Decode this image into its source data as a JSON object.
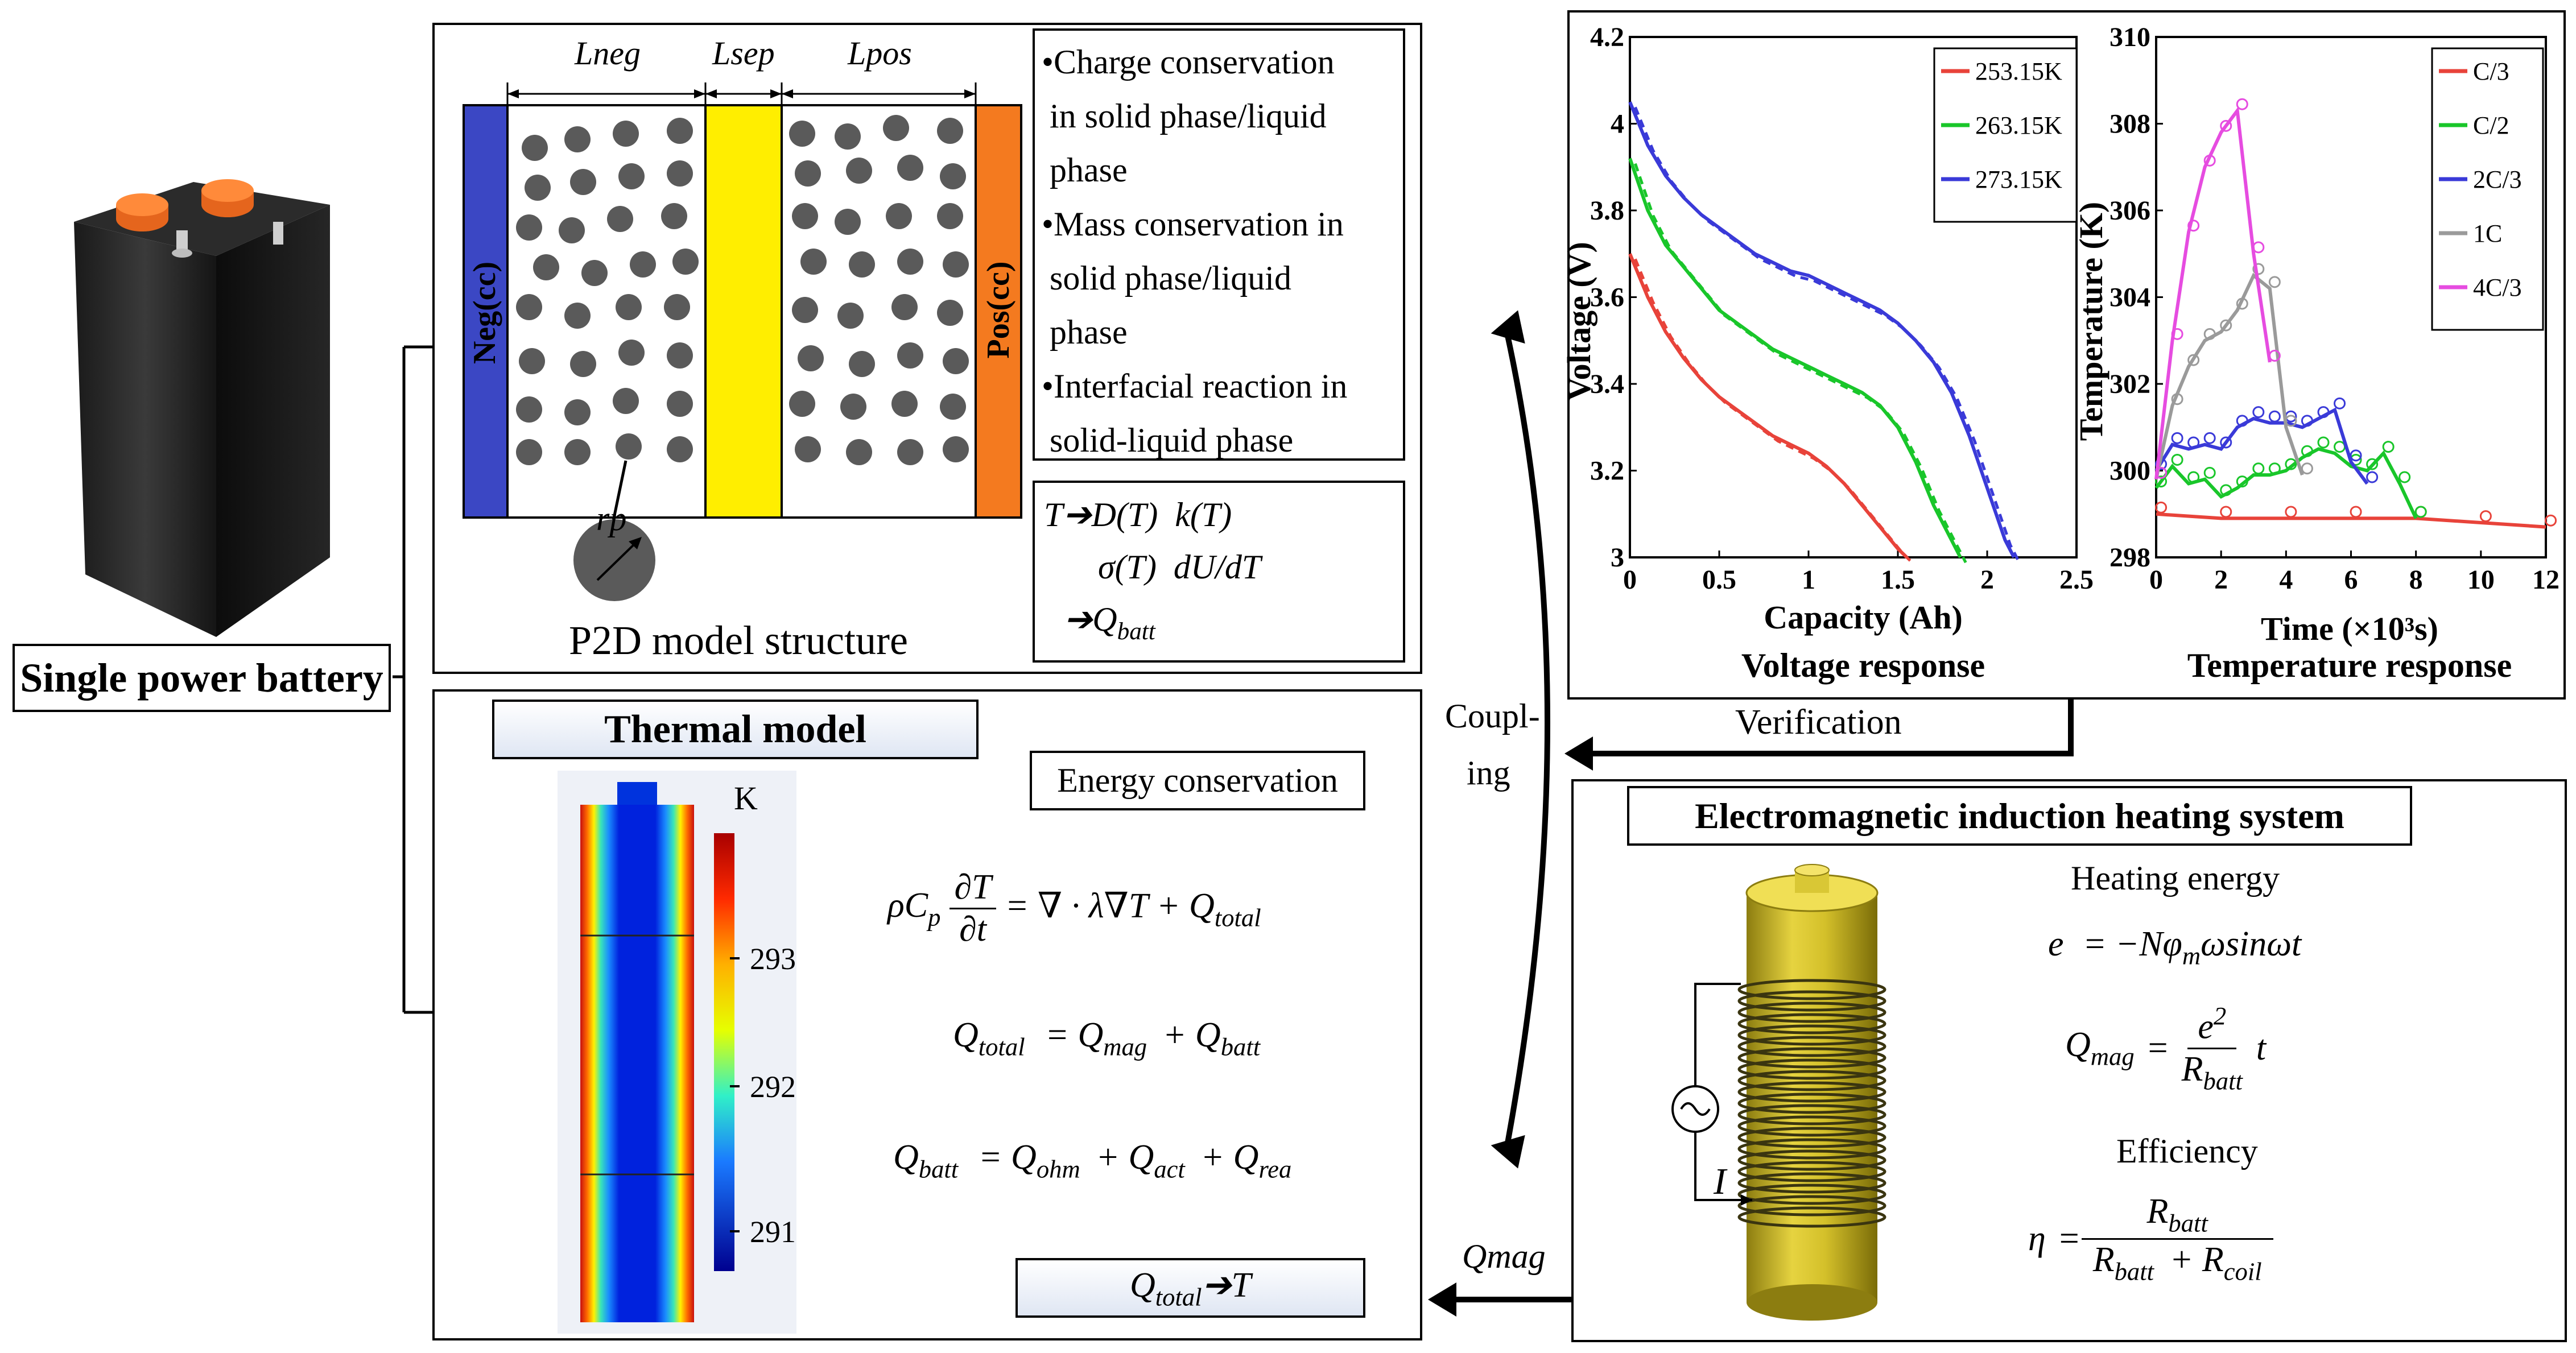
{
  "battery": {
    "label": "Single power battery"
  },
  "p2d": {
    "caption": "P2D model structure",
    "l_neg": "Lneg",
    "l_sep": "Lsep",
    "l_pos": "Lpos",
    "neg_cc": "Neg(cc)",
    "pos_cc": "Pos(cc)",
    "rp": "rp",
    "bullets": [
      "•Charge conservation",
      "in solid phase/liquid",
      "phase",
      "•Mass conservation in",
      "solid phase/liquid",
      "phase",
      "•Interfacial reaction in",
      "solid-liquid phase"
    ],
    "dep_line1": "T➔D(T)  k(T)",
    "dep_line2": "σ(T)  dU/dT",
    "dep_line3": "➔Q",
    "dep_line3_sub": "batt"
  },
  "thermal": {
    "title": "Thermal model",
    "unit": "K",
    "scale_ticks": [
      "293",
      "292",
      "291"
    ],
    "energy_label": "Energy conservation",
    "eq1": {
      "lhs": "ρC",
      "lhs_sub": "p",
      "dt_num": "∂T",
      "dt_den": "∂t",
      "rhs": "= ∇ · λ∇T + Q",
      "rhs_sub": "total"
    },
    "eq2": {
      "a": "Q",
      "a_sub": "total",
      "b": "= Q",
      "b_sub": "mag",
      "c": "+ Q",
      "c_sub": "batt"
    },
    "eq3": {
      "a": "Q",
      "a_sub": "batt",
      "b": "= Q",
      "b_sub": "ohm",
      "c": "+ Q",
      "c_sub": "act",
      "d": "+ Q",
      "d_sub": "rea"
    },
    "result": {
      "a": "Q",
      "a_sub": "total",
      "b": "➔T"
    }
  },
  "coupling": {
    "label_line1": "Coupl-",
    "label_line2": "ing",
    "verification": "Verification",
    "qmag": "Qmag"
  },
  "induction": {
    "title": "Electromagnetic induction heating system",
    "heating_energy": "Heating energy",
    "eq_e": {
      "a": "e",
      "b": "= −Nφ",
      "b_sub": "m",
      "c": "ωsinωt"
    },
    "eq_q": {
      "a": "Q",
      "a_sub": "mag",
      "eq": "=",
      "num": "e",
      "num_sup": "2",
      "den": "R",
      "den_sub": "batt",
      "t": "t"
    },
    "efficiency": "Efficiency",
    "eq_eta": {
      "a": "η",
      "eq": "=",
      "num": "R",
      "num_sub": "batt",
      "den1": "R",
      "den1_sub": "batt",
      "den2": "+ R",
      "den2_sub": "coil"
    },
    "current": "I"
  },
  "chart_data": [
    {
      "type": "line",
      "title": "Voltage response",
      "xlabel": "Capacity (Ah)",
      "ylabel": "Voltage (V)",
      "xlim": [
        0,
        2.5
      ],
      "ylim": [
        3.0,
        4.2
      ],
      "xticks": [
        "0",
        "0.5",
        "1",
        "1.5",
        "2",
        "2.5"
      ],
      "yticks": [
        "3",
        "3.2",
        "3.4",
        "3.6",
        "3.8",
        "4",
        "4.2"
      ],
      "legend_position": "top-right",
      "series": [
        {
          "name": "253.15K",
          "color": "#e8433a",
          "x": [
            0,
            0.1,
            0.2,
            0.3,
            0.4,
            0.5,
            0.6,
            0.7,
            0.8,
            0.9,
            1.0,
            1.1,
            1.2,
            1.3,
            1.4,
            1.5,
            1.55
          ],
          "y": [
            3.7,
            3.6,
            3.52,
            3.46,
            3.41,
            3.37,
            3.34,
            3.31,
            3.28,
            3.26,
            3.24,
            3.21,
            3.17,
            3.12,
            3.07,
            3.02,
            3.0
          ]
        },
        {
          "name": "263.15K",
          "color": "#19c62a",
          "x": [
            0,
            0.1,
            0.2,
            0.3,
            0.4,
            0.5,
            0.6,
            0.7,
            0.8,
            0.9,
            1.0,
            1.1,
            1.2,
            1.3,
            1.4,
            1.5,
            1.6,
            1.7,
            1.8,
            1.85
          ],
          "y": [
            3.92,
            3.8,
            3.72,
            3.67,
            3.62,
            3.57,
            3.54,
            3.51,
            3.48,
            3.46,
            3.44,
            3.42,
            3.4,
            3.38,
            3.35,
            3.3,
            3.22,
            3.12,
            3.04,
            3.0
          ]
        },
        {
          "name": "273.15K",
          "color": "#3a3ad8",
          "x": [
            0,
            0.1,
            0.2,
            0.3,
            0.4,
            0.5,
            0.6,
            0.7,
            0.8,
            0.9,
            1.0,
            1.1,
            1.2,
            1.3,
            1.4,
            1.5,
            1.6,
            1.7,
            1.8,
            1.9,
            2.0,
            2.1,
            2.15
          ],
          "y": [
            4.05,
            3.95,
            3.88,
            3.83,
            3.79,
            3.76,
            3.73,
            3.7,
            3.68,
            3.66,
            3.65,
            3.63,
            3.61,
            3.59,
            3.57,
            3.54,
            3.5,
            3.45,
            3.38,
            3.28,
            3.16,
            3.04,
            3.0
          ]
        }
      ]
    },
    {
      "type": "line",
      "title": "Temperature response",
      "xlabel": "Time (×10³s)",
      "ylabel": "Temperature (K)",
      "xlim": [
        0,
        12
      ],
      "ylim": [
        298,
        310
      ],
      "xticks": [
        "0",
        "2",
        "4",
        "6",
        "8",
        "10",
        "12"
      ],
      "yticks": [
        "298",
        "300",
        "302",
        "304",
        "306",
        "308",
        "310"
      ],
      "legend_position": "top-right",
      "series": [
        {
          "name": "C/3",
          "color": "#e8433a",
          "x": [
            0,
            2,
            4,
            6,
            8,
            10,
            12
          ],
          "y": [
            299.0,
            298.9,
            298.9,
            298.9,
            298.9,
            298.8,
            298.7
          ]
        },
        {
          "name": "C/2",
          "color": "#19c62a",
          "x": [
            0,
            0.5,
            1,
            1.5,
            2,
            2.5,
            3,
            3.5,
            4,
            4.5,
            5,
            5.5,
            6,
            6.5,
            7,
            7.5,
            8
          ],
          "y": [
            299.6,
            300.1,
            299.7,
            299.8,
            299.4,
            299.6,
            299.9,
            299.9,
            300.0,
            300.3,
            300.5,
            300.4,
            300.1,
            300.0,
            300.4,
            299.7,
            298.9
          ]
        },
        {
          "name": "2C/3",
          "color": "#3a3ad8",
          "x": [
            0,
            0.5,
            1,
            1.5,
            2,
            2.5,
            3,
            3.5,
            4,
            4.5,
            5,
            5.5,
            6,
            6.5
          ],
          "y": [
            300.0,
            300.6,
            300.5,
            300.6,
            300.5,
            301.0,
            301.2,
            301.1,
            301.1,
            301.0,
            301.2,
            301.4,
            300.2,
            299.7
          ]
        },
        {
          "name": "1C",
          "color": "#9a9a9a",
          "x": [
            0,
            0.5,
            1,
            1.5,
            2,
            2.5,
            3,
            3.5,
            4,
            4.5
          ],
          "y": [
            299.8,
            301.5,
            302.4,
            303.0,
            303.2,
            303.7,
            304.5,
            304.2,
            301.0,
            299.9
          ]
        },
        {
          "name": "4C/3",
          "color": "#e64ce0",
          "x": [
            0,
            0.5,
            1,
            1.5,
            2,
            2.5,
            3,
            3.5
          ],
          "y": [
            299.8,
            303.0,
            305.5,
            307.0,
            307.8,
            308.3,
            305.0,
            302.5
          ]
        }
      ]
    }
  ]
}
